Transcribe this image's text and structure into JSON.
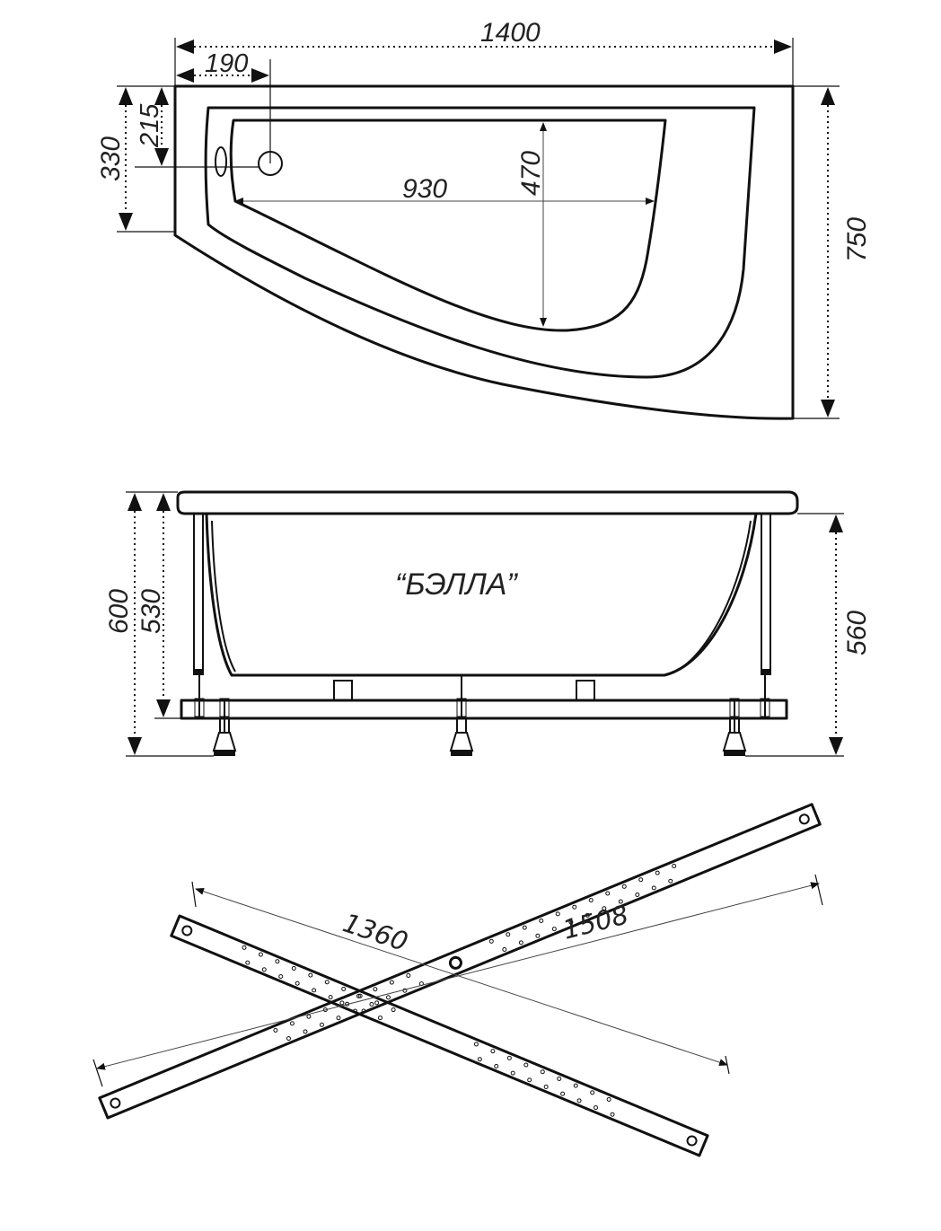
{
  "top_view": {
    "overall_length": "1400",
    "overall_width": "750",
    "drain_offset_x": "190",
    "drain_offset_y": "215",
    "side_depth": "330",
    "inner_length": "930",
    "inner_width": "470"
  },
  "side_view": {
    "model_name": "“БЭЛЛА”",
    "total_height": "600",
    "frame_height": "530",
    "tub_height": "560"
  },
  "frame_view": {
    "short_bar": "1360",
    "long_bar": "1508"
  }
}
